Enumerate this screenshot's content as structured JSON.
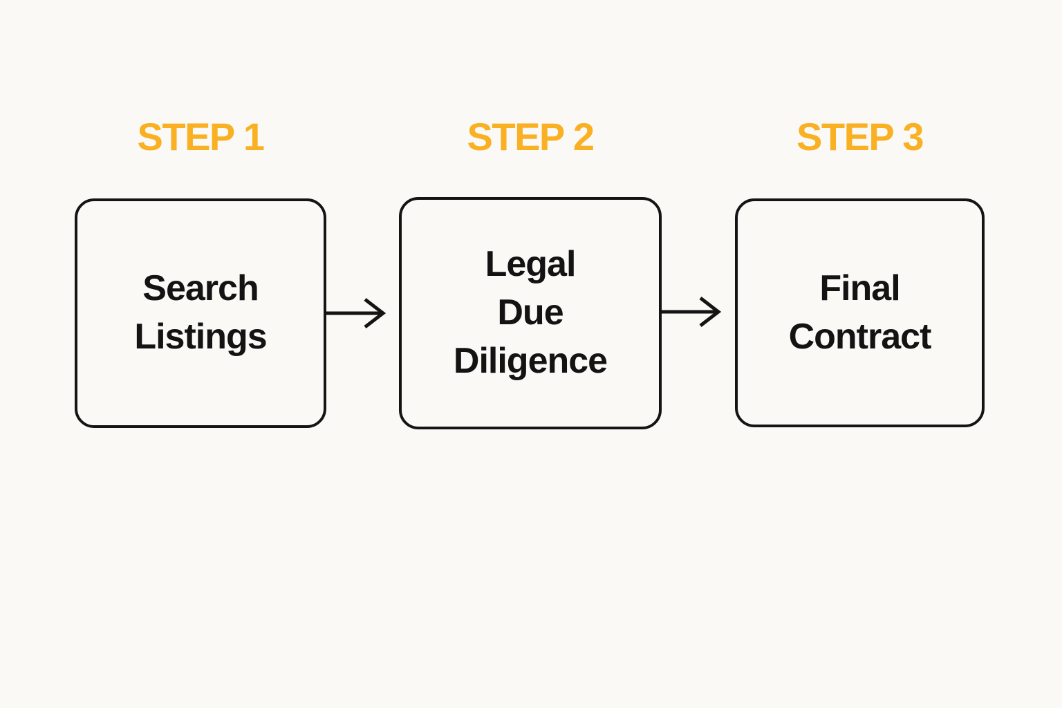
{
  "diagram": {
    "title": "",
    "type": "flowchart",
    "colors": {
      "background": "#FAF9F6",
      "accent": "#F9B022",
      "text": "#131313",
      "box_border": "#141414"
    },
    "steps": [
      {
        "label": "STEP 1",
        "box_text": "Search\nListings"
      },
      {
        "label": "STEP 2",
        "box_text": "Legal\nDue\nDiligence"
      },
      {
        "label": "STEP 3",
        "box_text": "Final\nContract"
      }
    ],
    "connectors": [
      {
        "from": "STEP 1",
        "to": "STEP 2",
        "icon": "arrow-right-icon"
      },
      {
        "from": "STEP 2",
        "to": "STEP 3",
        "icon": "arrow-right-icon"
      }
    ]
  }
}
